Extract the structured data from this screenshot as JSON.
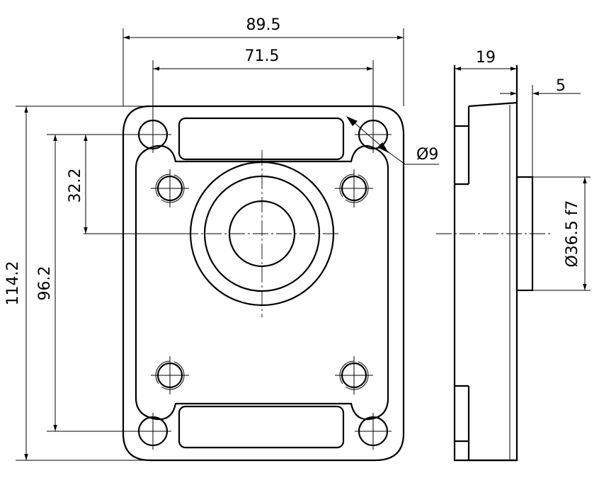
{
  "dimensions": {
    "overall_width": "89.5",
    "hole_spacing_x": "71.5",
    "overall_height": "114.2",
    "hole_spacing_y": "96.2",
    "center_offset": "32.2",
    "hole_diameter": "Ø9",
    "side_thickness": "19",
    "pilot_length": "5",
    "pilot_diameter": "Ø36.5 f7"
  },
  "colors": {
    "line": "#000000",
    "background": "#ffffff"
  }
}
